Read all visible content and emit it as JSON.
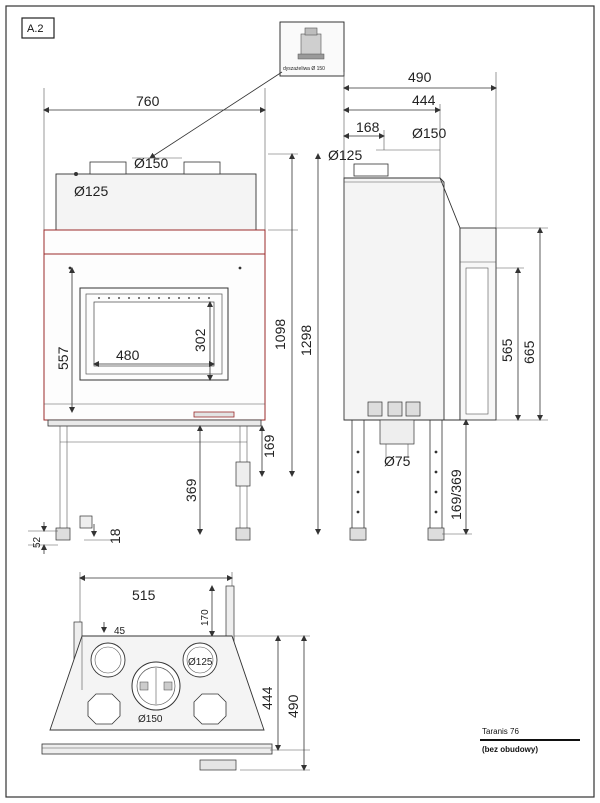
{
  "sheet_label": "A.2",
  "callout_label": "dyszażeliwa Ø 150",
  "front_view": {
    "width": "760",
    "dia_150": "Ø150",
    "dia_125": "Ø125",
    "glass_height": "557",
    "glass_width": "480",
    "window_height": "302",
    "height_1098": "1098",
    "height_1298": "1298",
    "leg_169": "169",
    "leg_369": "369",
    "foot_52": "52",
    "foot_18": "18"
  },
  "side_view": {
    "depth_490": "490",
    "depth_444": "444",
    "offset_168": "168",
    "dia_150": "Ø150",
    "dia_125": "Ø125",
    "dia_75": "Ø75",
    "height_565": "565",
    "height_665": "665",
    "leg_169_369": "169/369"
  },
  "top_view": {
    "width_515": "515",
    "depth_170": "170",
    "dim_45": "45",
    "dia_125": "Ø125",
    "dia_150": "Ø150",
    "depth_444": "444",
    "depth_490": "490"
  },
  "title_block": {
    "model": "Taranis 76",
    "note": "(bez obudowy)"
  }
}
